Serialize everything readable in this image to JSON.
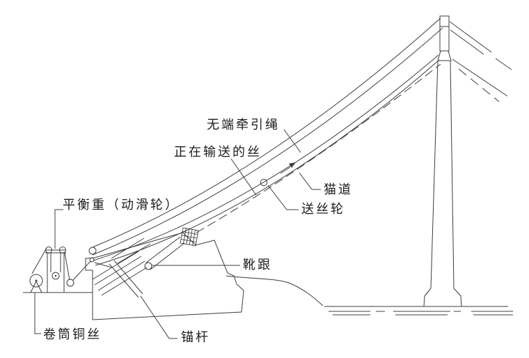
{
  "diagram": {
    "title_hint": "suspension-bridge catwalk wire-spinning diagram",
    "background_color": "#ffffff",
    "line_color": "#3c3c3c",
    "text_color": "#1c1c1c",
    "labels": {
      "endless_hauling_rope": "无端牵引绳",
      "wire_being_conveyed": "正在输送的丝",
      "catwalk": "猫道",
      "wire_feed_wheel": "送丝轮",
      "counterweight_movable_pulley": "平衡重（动滑轮）",
      "shoe_heel": "靴跟",
      "drum_copper_wire": "卷筒铜丝",
      "anchor_rod": "锚杆"
    }
  }
}
